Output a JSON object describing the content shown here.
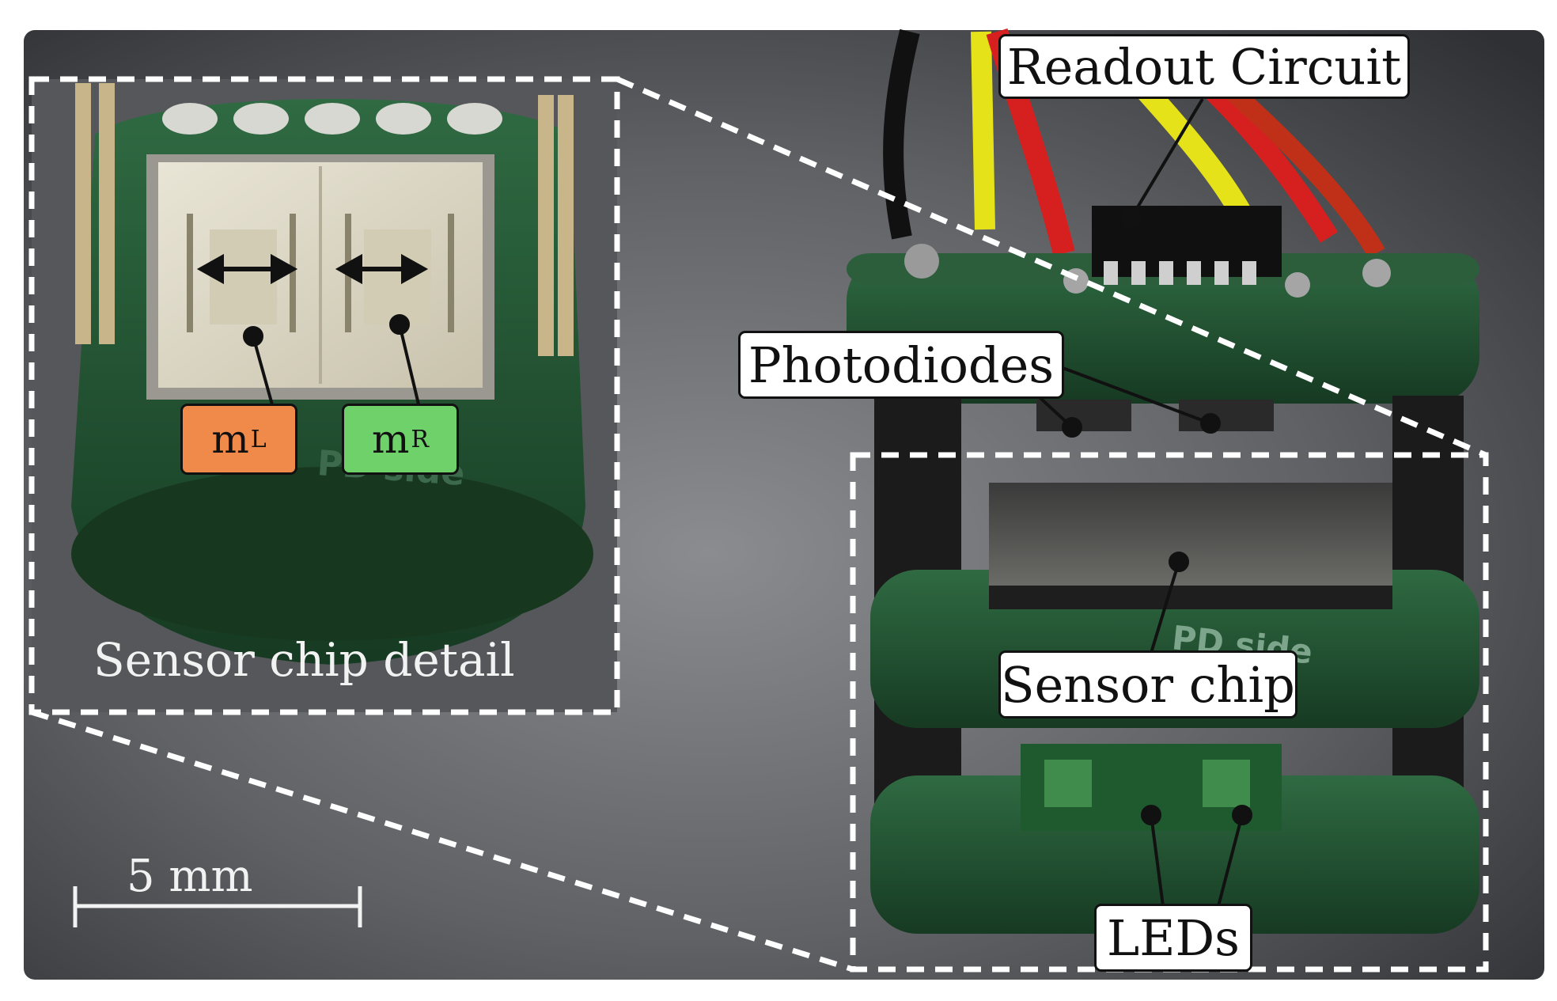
{
  "labels": {
    "readout_circuit": "Readout Circuit",
    "photodiodes": "Photodiodes",
    "sensor_chip": "Sensor chip",
    "leds": "LEDs",
    "sensor_chip_detail": "Sensor chip detail",
    "scale_bar": "5 mm"
  },
  "markers": {
    "m_left": {
      "base": "m",
      "sub": "L",
      "color": "#f08a4b"
    },
    "m_right": {
      "base": "m",
      "sub": "R",
      "color": "#6fd16a"
    }
  },
  "colors": {
    "background": "#6a6c70",
    "pcb": "#1f4a2e",
    "wire_red": "#d62020",
    "wire_yellow": "#e6e21a"
  }
}
